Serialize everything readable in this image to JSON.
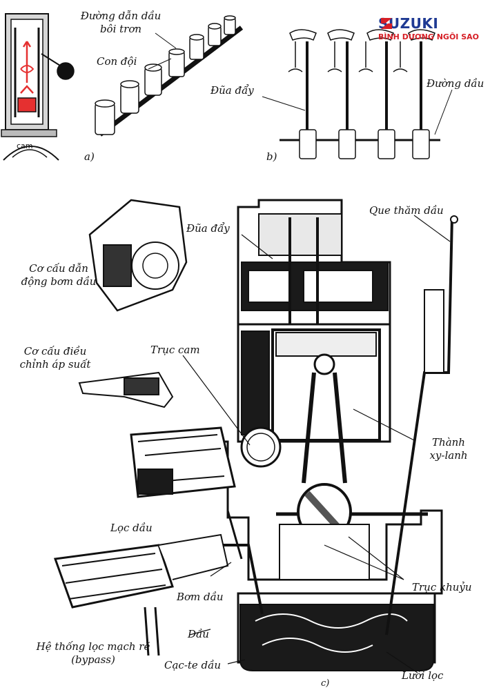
{
  "brand": {
    "name": "SUZUKI",
    "dealer": "BÌNH DƯƠNG NGÔI SAO",
    "accent_color": "#d61f26",
    "text_color": "#1f3a93"
  },
  "panel_a": {
    "cam_label": "cam",
    "oil_channel_label_line1": "Đường dẫn dầu",
    "oil_channel_label_line2": "bôi trơn",
    "tappet_label": "Con đội",
    "caption": "a)"
  },
  "panel_b": {
    "push_rod_label": "Đũa đẩy",
    "oil_line_label": "Đường dầu",
    "caption": "b)"
  },
  "panel_c": {
    "dipstick_label": "Que thăm dầu",
    "push_rod_label": "Đũa đẩy",
    "pump_drive_label_line1": "Cơ cấu dẫn",
    "pump_drive_label_line2": "động bơm dầu",
    "pressure_reg_label_line1": "Cơ cấu điều",
    "pressure_reg_label_line2": "chỉnh áp suất",
    "camshaft_label": "Trục cam",
    "cylinder_wall_label_line1": "Thành",
    "cylinder_wall_label_line2": "xy-lanh",
    "oil_filter_label": "Lọc dầu",
    "crankshaft_label": "Trục khuỷu",
    "oil_pump_label": "Bơm dầu",
    "oil_label": "Dầu",
    "bypass_label_line1": "Hệ thống lọc mạch rẽ",
    "bypass_label_line2": "(bypass)",
    "oil_pan_label": "Cạc-te dầu",
    "strainer_label": "Lưới lọc",
    "caption": "c)"
  }
}
